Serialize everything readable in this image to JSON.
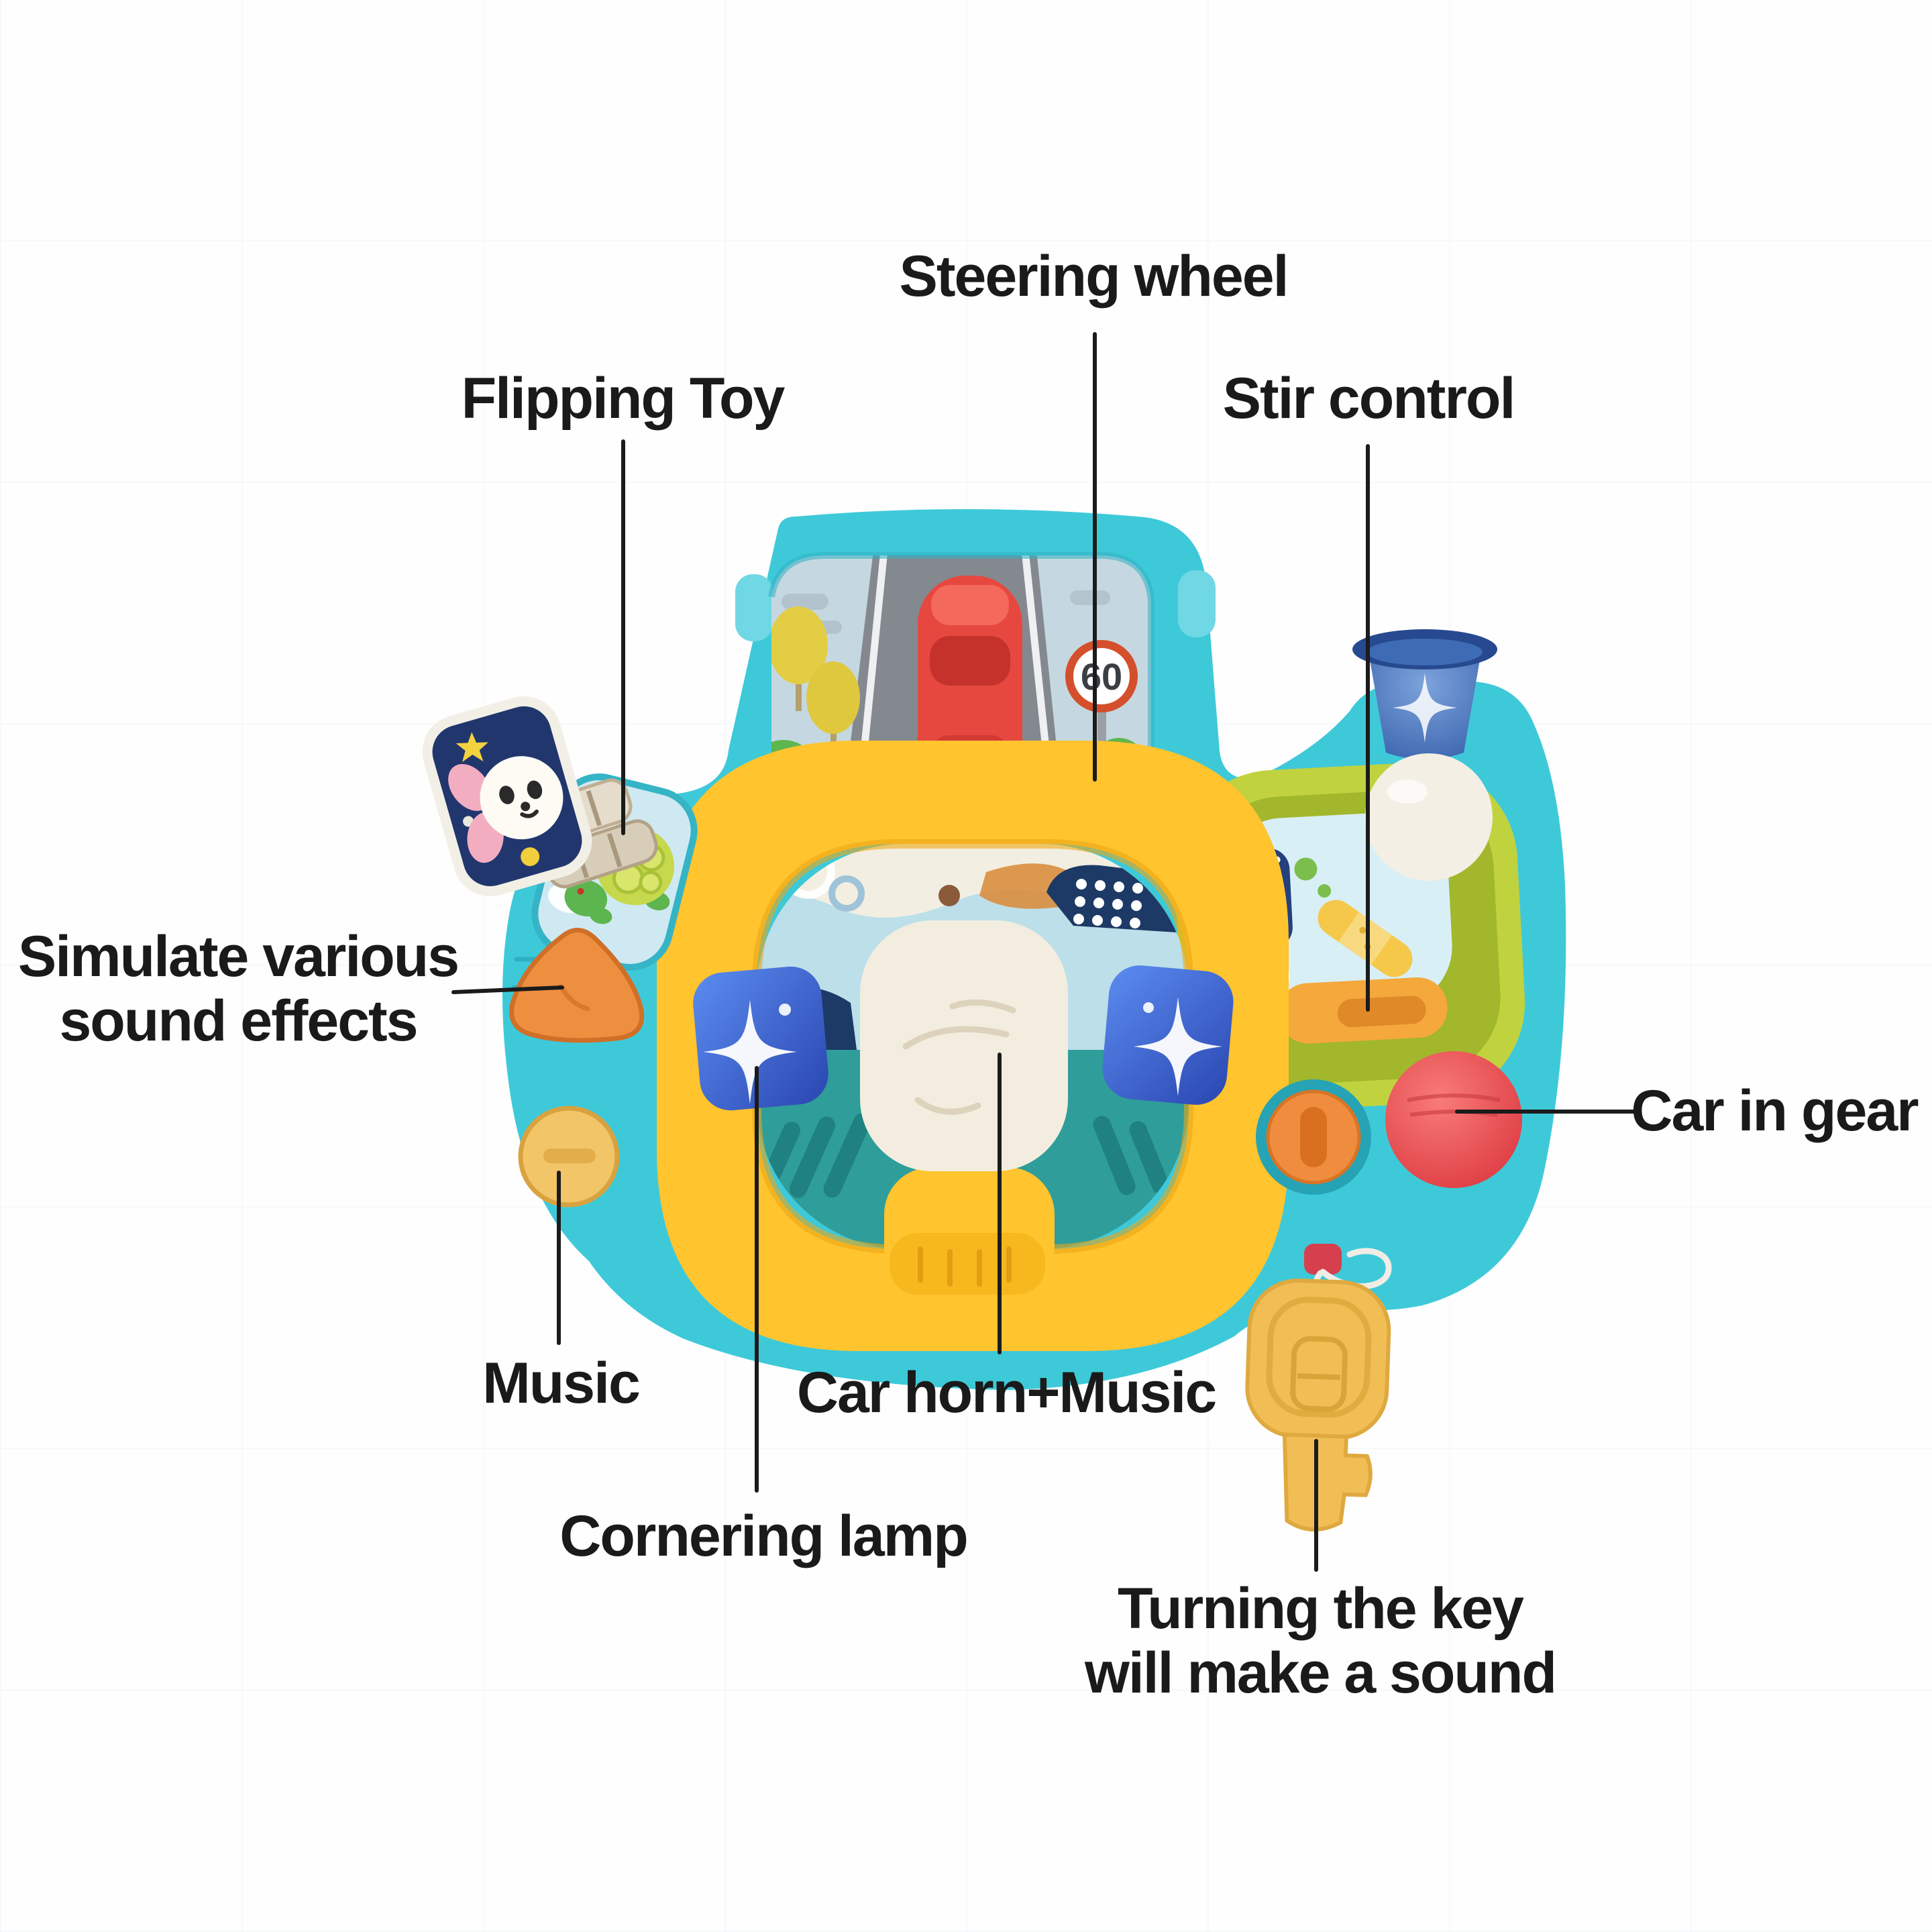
{
  "labels": {
    "steering_wheel": "Steering wheel",
    "flipping_toy": "Flipping Toy",
    "stir_control": "Stir control",
    "simulate_line1": "Simulate various",
    "simulate_line2": "sound effects",
    "car_in_gear": "Car in gear",
    "music": "Music",
    "car_horn_music": "Car horn+Music",
    "cornering_lamp": "Cornering lamp",
    "turning_key_line1": "Turning the key",
    "turning_key_line2": "will make a sound"
  },
  "screen": {
    "speed_sign": "60"
  },
  "colors": {
    "body_teal": "#3EC9D9",
    "wheel_yellow": "#FFC42E",
    "lamp_blue": "#2A46B0",
    "horn_pad_cream": "#F2EDDF",
    "panel_green": "#C0D33F",
    "stir_orange": "#F5A83C",
    "gear_ball_red": "#E9474C",
    "key_yellow": "#F1BE55",
    "triangle_orange": "#EE8F40",
    "music_button_yellow": "#F3C569",
    "label_text": "#1A1A1A"
  }
}
